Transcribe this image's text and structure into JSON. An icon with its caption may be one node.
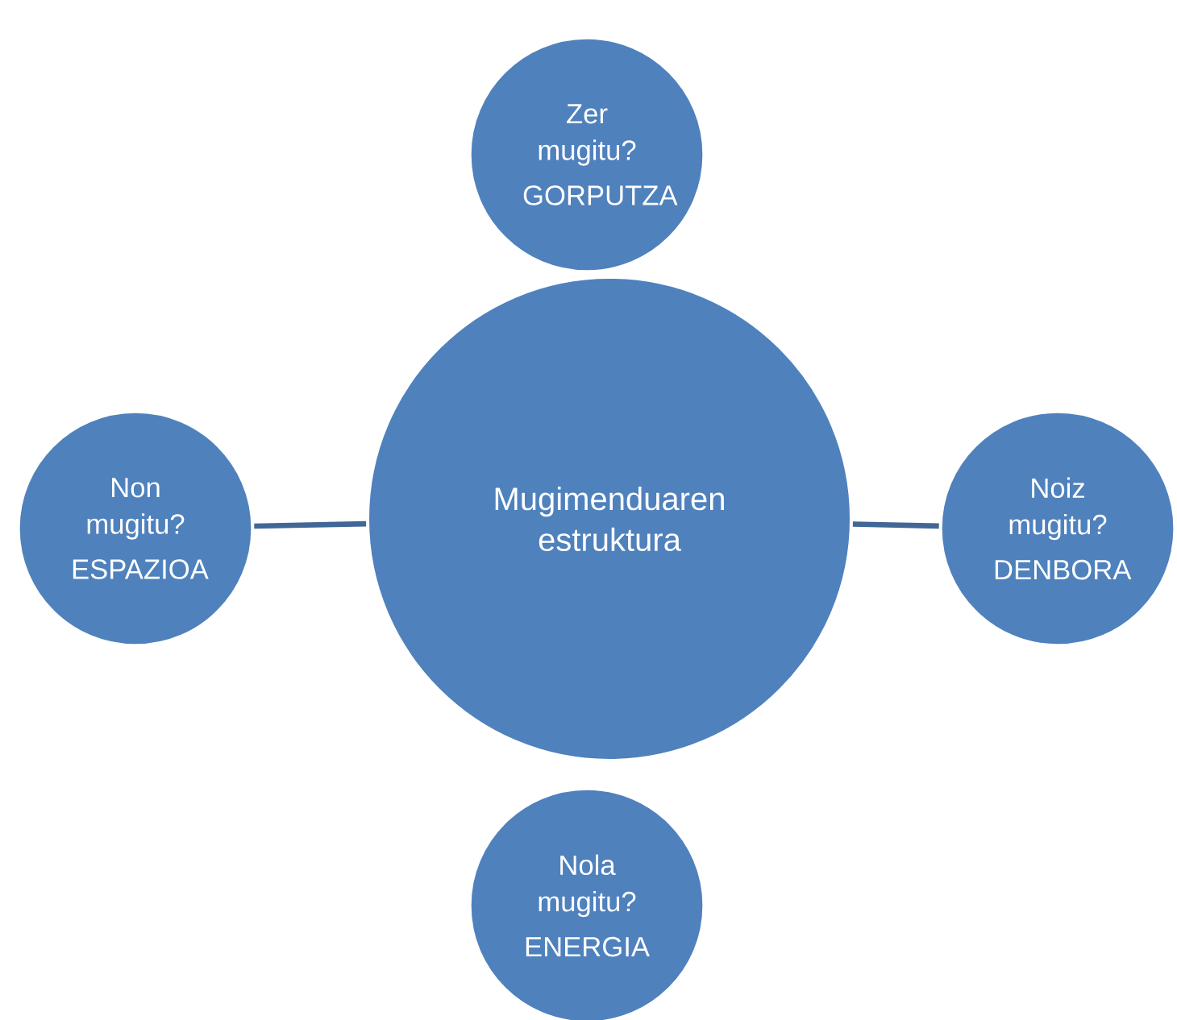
{
  "diagram": {
    "nodes": [
      {
        "text": [
          "Mugimenduaren estruktura"
        ]
      },
      {
        "text": [
          "Zer mugitu?",
          "GORPUTZA"
        ]
      },
      {
        "text": [
          "Non mugitu?",
          "ESPAZIOA"
        ]
      },
      {
        "text": [
          "Noiz mugitu?",
          "DENBORA"
        ]
      },
      {
        "text": [
          "Nola mugitu?",
          "ENERGIA"
        ]
      }
    ],
    "edges": [
      {
        "from": 2,
        "to": 0,
        "arrow": "none"
      },
      {
        "from": 0,
        "to": 3,
        "arrow": "none"
      }
    ]
  }
}
